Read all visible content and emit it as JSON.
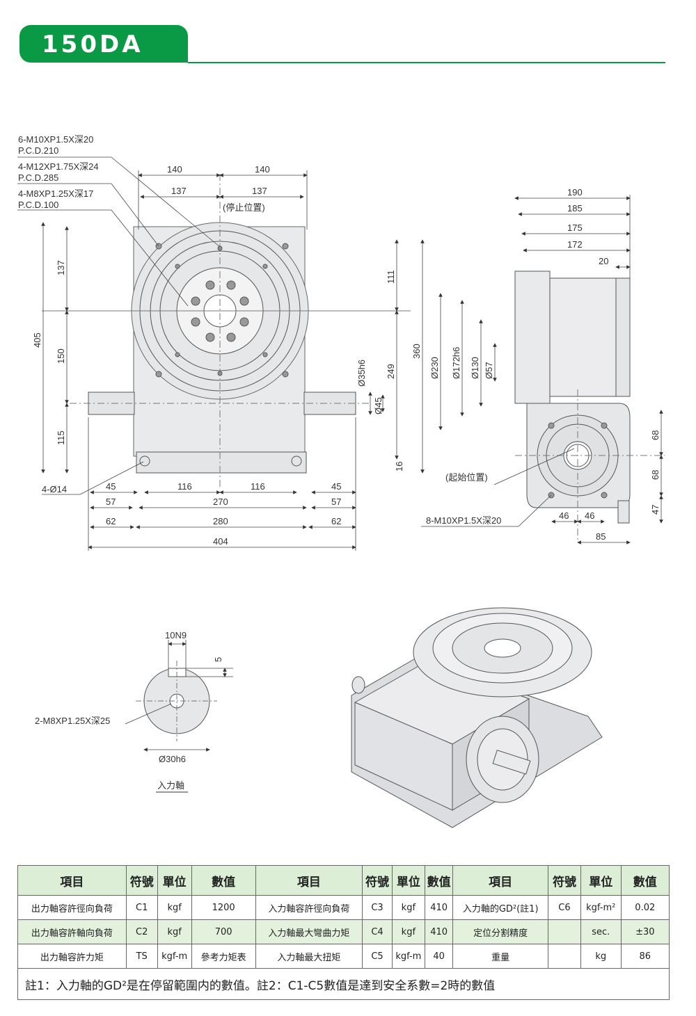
{
  "header": {
    "title": "150DA"
  },
  "front_view": {
    "callouts": [
      "6-M10XP1.5X深20",
      "P.C.D.210",
      "4-M12XP1.75X深24",
      "P.C.D.285",
      "4-M8XP1.25X深17",
      "P.C.D.100"
    ],
    "stop_position": "(停止位置)",
    "hole_label": "4-Ø14",
    "dims": {
      "top_140_left": "140",
      "top_140_right": "140",
      "top_137_left": "137",
      "top_137_right": "137",
      "v405": "405",
      "v137": "137",
      "v150": "150",
      "v115": "115",
      "v111": "111",
      "v249": "249",
      "v360": "360",
      "v16": "16",
      "shaft_35": "Ø35h6",
      "shaft_45": "Ø45",
      "b45_l": "45",
      "b116_l": "116",
      "b116_r": "116",
      "b45_r": "45",
      "b57_l": "57",
      "b270": "270",
      "b57_r": "57",
      "b62_l": "62",
      "b280": "280",
      "b62_r": "62",
      "b404": "404"
    }
  },
  "side_view": {
    "start_position": "(起始位置)",
    "hole_label": "8-M10XP1.5X深20",
    "dims": {
      "d190": "190",
      "d185": "185",
      "d175": "175",
      "d172": "172",
      "d20": "20",
      "phi230": "Ø230",
      "phi172": "Ø172h6",
      "phi130": "Ø130",
      "phi57": "Ø57",
      "d68a": "68",
      "d68b": "68",
      "d47": "47",
      "d46a": "46",
      "d46b": "46",
      "d85": "85"
    }
  },
  "input_shaft": {
    "key": "10N9",
    "depth": "5",
    "thread": "2-M8XP1.25X深25",
    "diameter": "Ø30h6",
    "title": "入力軸"
  },
  "table": {
    "headers": [
      "項目",
      "符號",
      "單位",
      "數值",
      "項目",
      "符號",
      "單位",
      "數值",
      "項目",
      "符號",
      "單位",
      "數值"
    ],
    "rows": [
      [
        "出力軸容許徑向負荷",
        "C1",
        "kgf",
        "1200",
        "入力軸容許徑向負荷",
        "C3",
        "kgf",
        "410",
        "入力軸的GD²(註1)",
        "C6",
        "kgf-m²",
        "0.02"
      ],
      [
        "出力軸容許軸向負荷",
        "C2",
        "kgf",
        "700",
        "入力軸最大彎曲力矩",
        "C4",
        "kgf",
        "410",
        "定位分割精度",
        "",
        "sec.",
        "±30"
      ],
      [
        "出力軸容許力矩",
        "TS",
        "kgf-m",
        "參考力矩表",
        "入力軸最大扭矩",
        "C5",
        "kgf-m",
        "40",
        "重量",
        "",
        "kg",
        "86"
      ]
    ],
    "note": "註1：入力軸的GD²是在停留範圍内的數值。註2：C1-C5數值是達到安全系數=2時的數值"
  }
}
